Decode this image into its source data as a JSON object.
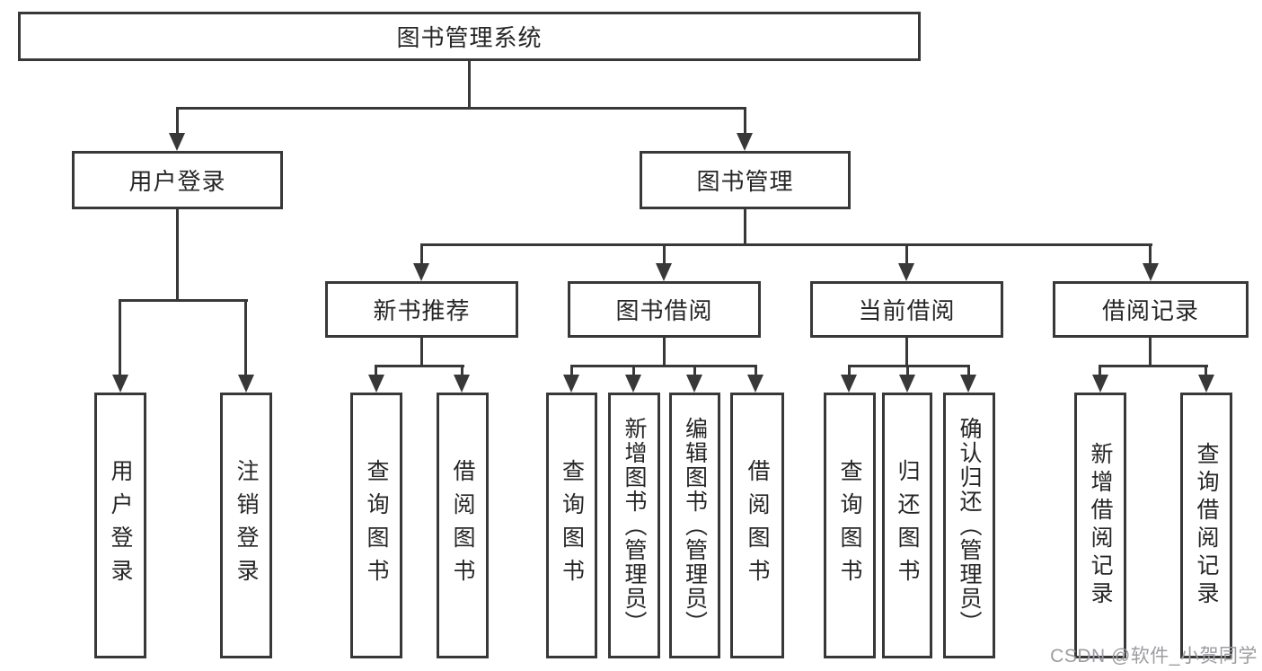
{
  "diagram": {
    "root": {
      "label": "图书管理系统"
    },
    "branches": [
      {
        "label": "用户登录",
        "children": [
          {
            "label": "用户登录"
          },
          {
            "label": "注销登录"
          }
        ]
      },
      {
        "label": "图书管理",
        "children": [
          {
            "label": "新书推荐",
            "children": [
              {
                "label": "查询图书"
              },
              {
                "label": "借阅图书"
              }
            ]
          },
          {
            "label": "图书借阅",
            "children": [
              {
                "label": "查询图书"
              },
              {
                "label": "新增图书（管理员）"
              },
              {
                "label": "编辑图书（管理员）"
              },
              {
                "label": "借阅图书"
              }
            ]
          },
          {
            "label": "当前借阅",
            "children": [
              {
                "label": "查询图书"
              },
              {
                "label": "归还图书"
              },
              {
                "label": "确认归还（管理员）"
              }
            ]
          },
          {
            "label": "借阅记录",
            "children": [
              {
                "label": "新增借阅记录"
              },
              {
                "label": "查询借阅记录"
              }
            ]
          }
        ]
      }
    ]
  },
  "watermark": "CSDN @软件_小贺同学",
  "colors": {
    "line": "#383838",
    "text": "#262626",
    "background": "#ffffff",
    "watermark": "#9c9ca2"
  }
}
